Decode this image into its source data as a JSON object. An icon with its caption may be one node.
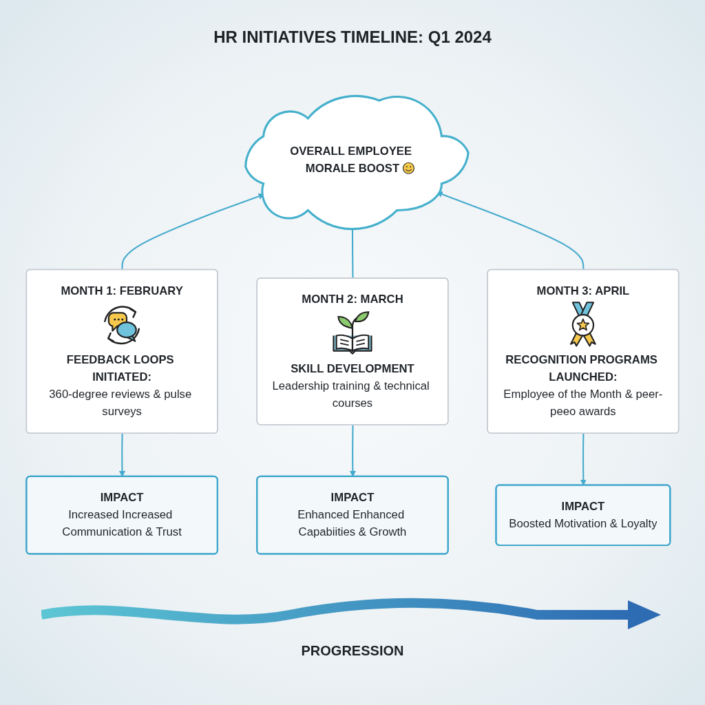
{
  "diagram": {
    "title": "HR INITIATIVES TIMELINE: Q1 2024",
    "nodes": [
      {
        "text": [
          "OVERALL EMPLOYEE MORALE BOOST"
        ]
      },
      {
        "text": [
          "MONTH 1: FEBRUARY",
          "FEEDBACK LOOPS INITIATED:",
          "360-degree reviews & pulse surveys"
        ]
      },
      {
        "text": [
          "MONTH 2: MARCH",
          "SKILL DEVELOPMENT",
          "Leadership training & technical courses"
        ]
      },
      {
        "text": [
          "MONTH 3: APRIL",
          "RECOGNITION PROGRAMS LAUNCHED:",
          "Employee of the Month & peer-peeo awards"
        ]
      },
      {
        "text": [
          "IMPACT",
          "Increased Increased Communication & Trust"
        ]
      },
      {
        "text": [
          "IMPACT",
          "Enhanced Enhanced Capabiities & Growth"
        ]
      },
      {
        "text": [
          "IMPACT",
          "Boosted Motivation & Loyalty"
        ]
      }
    ],
    "edges": [
      {
        "from": 1,
        "to": 0,
        "arrow": "to"
      },
      {
        "from": 2,
        "to": 0,
        "arrow": "to"
      },
      {
        "from": 3,
        "to": 0,
        "arrow": "to"
      },
      {
        "from": 1,
        "to": 4,
        "arrow": "to"
      },
      {
        "from": 2,
        "to": 5,
        "arrow": "to"
      },
      {
        "from": 3,
        "to": 6,
        "arrow": "to"
      }
    ],
    "labels": [
      "PROGRESSION"
    ]
  }
}
